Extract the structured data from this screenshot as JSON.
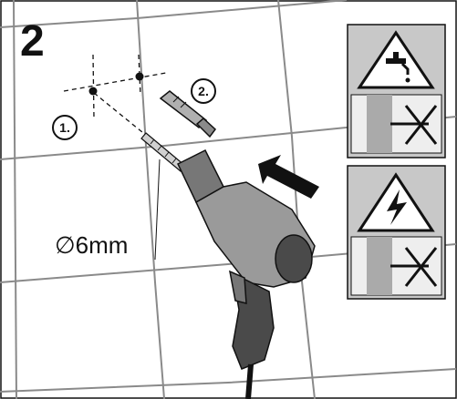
{
  "step": {
    "number": "2"
  },
  "callouts": [
    {
      "label": "1."
    },
    {
      "label": "2."
    }
  ],
  "drill_bit": {
    "diameter_label": "∅6mm"
  },
  "warnings": [
    {
      "icon": "water-pipe-warning-icon",
      "meaning": "do-not-drill-into-water-pipes"
    },
    {
      "icon": "electric-shock-warning-icon",
      "meaning": "do-not-drill-into-electric-wires"
    }
  ],
  "colors": {
    "tile_grout": "#8a8a8a",
    "drill_body": "#9a9a9a",
    "drill_dark": "#4a4a4a",
    "warning_panel": "#c8c8c8",
    "ink": "#111111"
  }
}
